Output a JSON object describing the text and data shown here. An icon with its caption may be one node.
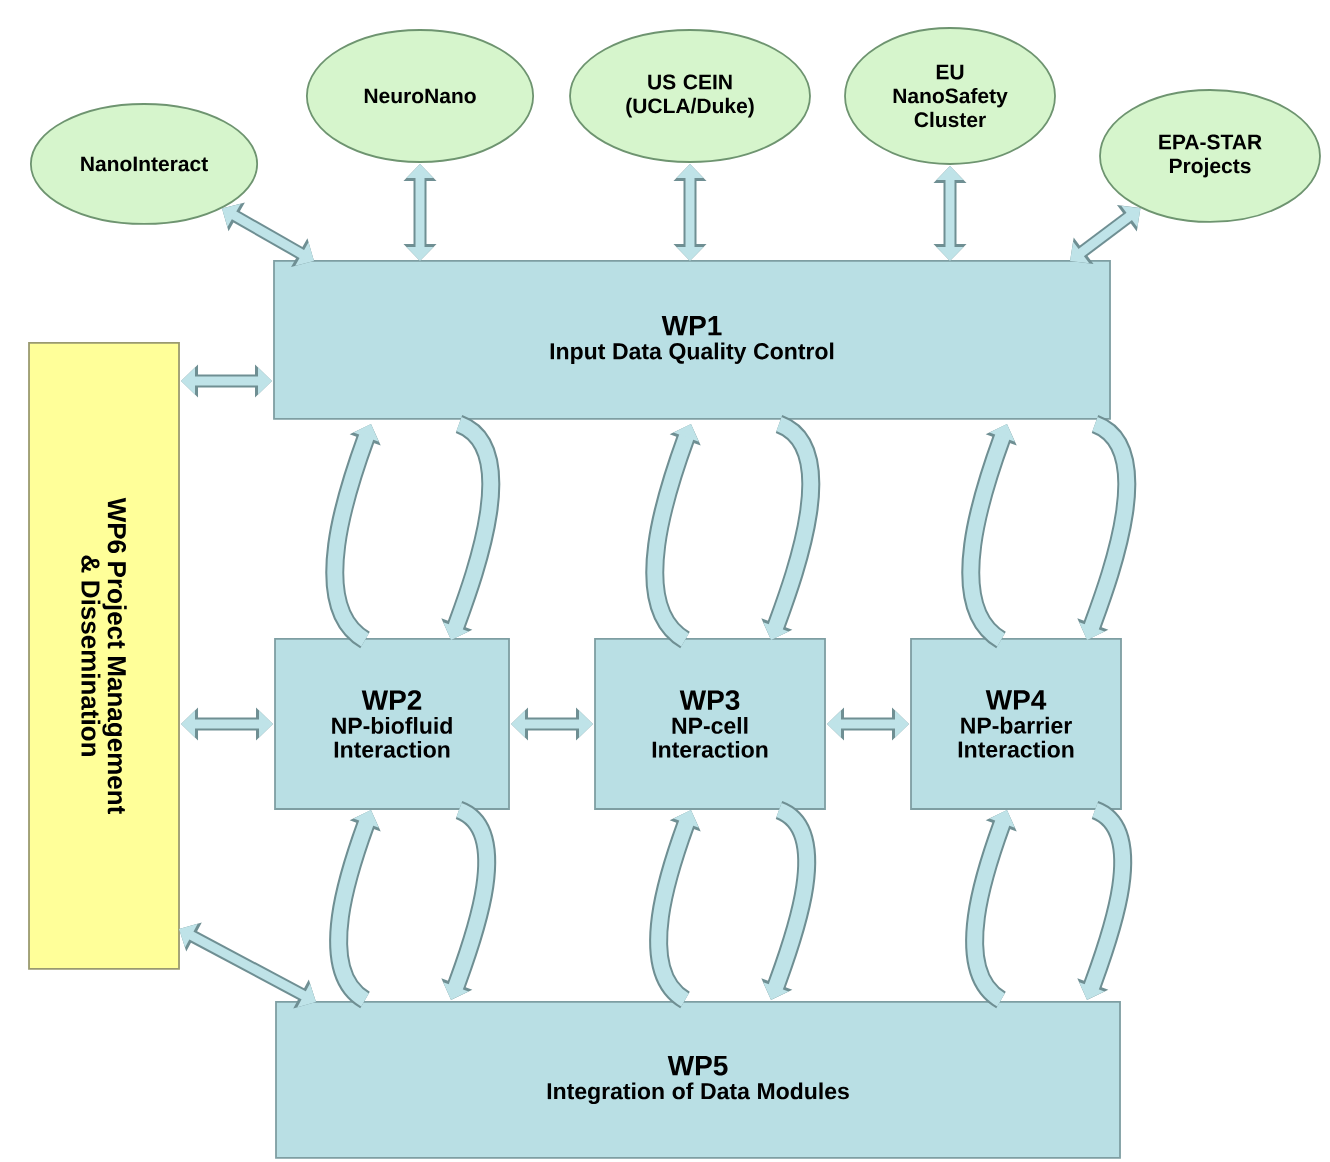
{
  "diagram": {
    "nodes": [
      {
        "text": [
          "NanoInteract"
        ]
      },
      {
        "text": [
          "NeuroNano"
        ]
      },
      {
        "text": [
          "US CEIN (UCLA/Duke)"
        ]
      },
      {
        "text": [
          "EU NanoSafety Cluster"
        ]
      },
      {
        "text": [
          "EPA-STAR Projects"
        ]
      },
      {
        "text": [
          "WP1",
          "Input Data Quality Control"
        ]
      },
      {
        "text": [
          "WP6 Project Management & Dissemination"
        ]
      },
      {
        "text": [
          "WP2",
          "NP-biofluid Interaction"
        ]
      },
      {
        "text": [
          "WP3",
          "NP-cell Interaction"
        ]
      },
      {
        "text": [
          "WP4",
          "NP-barrier Interaction"
        ]
      },
      {
        "text": [
          "WP5",
          "Integration of Data Modules"
        ]
      }
    ],
    "edges": [
      {
        "from": 0,
        "to": 5,
        "arrow": "both"
      },
      {
        "from": 1,
        "to": 5,
        "arrow": "both"
      },
      {
        "from": 2,
        "to": 5,
        "arrow": "both"
      },
      {
        "from": 3,
        "to": 5,
        "arrow": "both"
      },
      {
        "from": 4,
        "to": 5,
        "arrow": "both"
      },
      {
        "from": 5,
        "to": 6,
        "arrow": "both"
      },
      {
        "from": 6,
        "to": 7,
        "arrow": "both"
      },
      {
        "from": 7,
        "to": 8,
        "arrow": "both"
      },
      {
        "from": 8,
        "to": 9,
        "arrow": "both"
      },
      {
        "from": 6,
        "to": 10,
        "arrow": "both"
      },
      {
        "from": 7,
        "to": 5,
        "arrow": "to"
      },
      {
        "from": 5,
        "to": 7,
        "arrow": "to"
      },
      {
        "from": 8,
        "to": 5,
        "arrow": "to"
      },
      {
        "from": 5,
        "to": 8,
        "arrow": "to"
      },
      {
        "from": 9,
        "to": 5,
        "arrow": "to"
      },
      {
        "from": 5,
        "to": 9,
        "arrow": "to"
      },
      {
        "from": 10,
        "to": 7,
        "arrow": "to"
      },
      {
        "from": 7,
        "to": 10,
        "arrow": "to"
      },
      {
        "from": 10,
        "to": 8,
        "arrow": "to"
      },
      {
        "from": 8,
        "to": 10,
        "arrow": "to"
      },
      {
        "from": 10,
        "to": 9,
        "arrow": "to"
      },
      {
        "from": 9,
        "to": 10,
        "arrow": "to"
      }
    ]
  }
}
